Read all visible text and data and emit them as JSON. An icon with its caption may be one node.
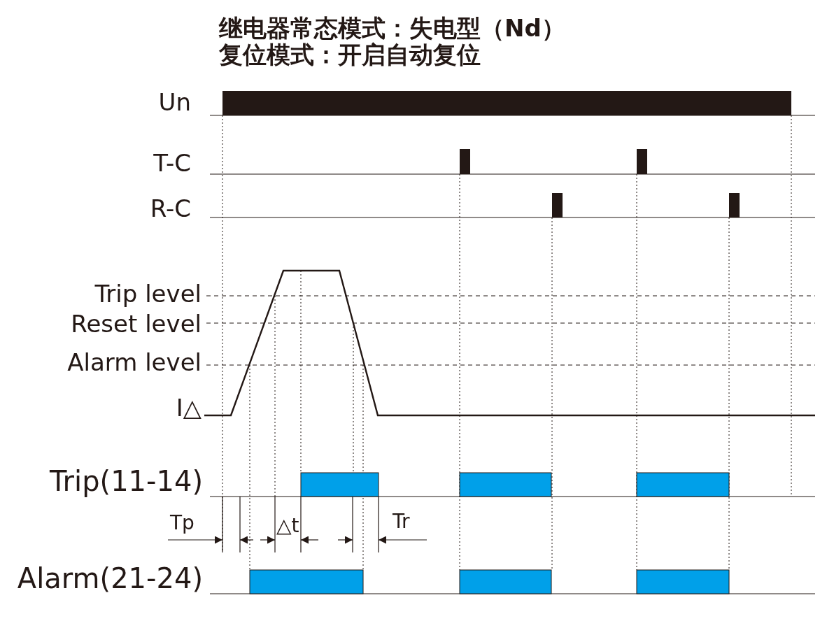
{
  "diagram": {
    "title": "继电器常态模式：失电型（Nd）",
    "labels": [
      "复位模式：开启自动复位",
      "Un",
      "T-C",
      "R-C",
      "Trip level",
      "Reset level",
      "Alarm level",
      "I△",
      "Trip(11-14)",
      "Tp",
      "△t",
      "Tr",
      "Alarm(21-24)"
    ]
  }
}
